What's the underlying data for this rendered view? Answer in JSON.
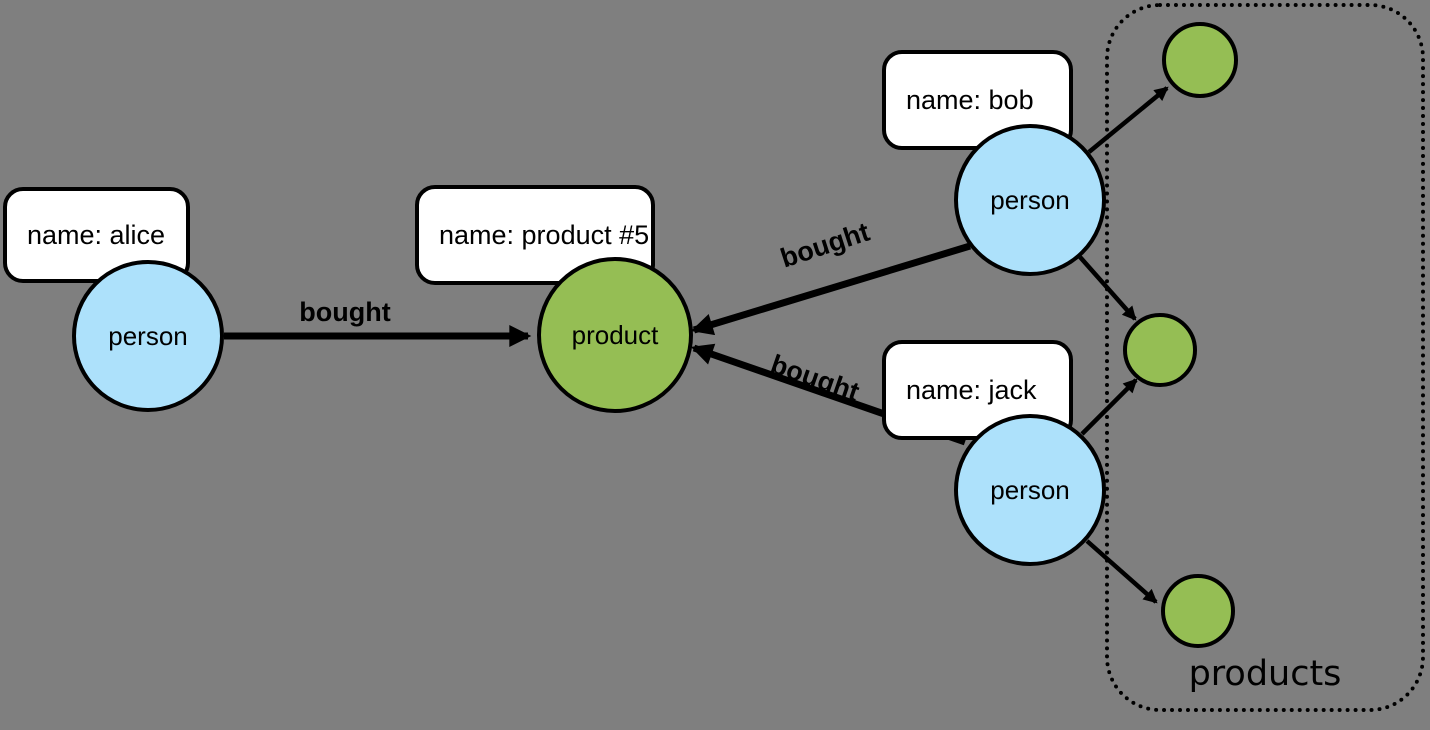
{
  "palette": {
    "bg": "#7f7f7f",
    "person_fill": "#ade1fb",
    "product_fill": "#95be54",
    "stroke": "#000000",
    "label_box_fill": "#ffffff"
  },
  "nodes": {
    "alice": {
      "circle_label": "person",
      "property": "name: alice"
    },
    "bob": {
      "circle_label": "person",
      "property": "name: bob"
    },
    "jack": {
      "circle_label": "person",
      "property": "name: jack"
    },
    "product": {
      "circle_label": "product",
      "property": "name: product #5"
    }
  },
  "edges": [
    {
      "from": "alice",
      "to": "product",
      "label": "bought"
    },
    {
      "from": "bob",
      "to": "product",
      "label": "bought"
    },
    {
      "from": "jack",
      "to": "product",
      "label": "bought"
    },
    {
      "from": "bob",
      "to": "small-product-1",
      "label": ""
    },
    {
      "from": "bob",
      "to": "small-product-2",
      "label": ""
    },
    {
      "from": "jack",
      "to": "small-product-2",
      "label": ""
    },
    {
      "from": "jack",
      "to": "small-product-3",
      "label": ""
    }
  ],
  "products_group": {
    "label": "products",
    "small_product_count": 3
  }
}
